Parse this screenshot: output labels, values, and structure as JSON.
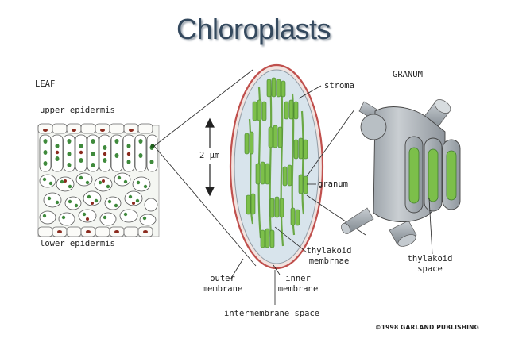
{
  "title": "Chloroplasts",
  "leaf": {
    "heading": "LEAF",
    "upper": "upper epidermis",
    "lower": "lower epidermis"
  },
  "scale": "2 µm",
  "chloroplast": {
    "stroma": "stroma",
    "granum": "granum",
    "thylakoid_line1": "thylakoid",
    "thylakoid_line2": "membrnae",
    "outer_line1": "outer",
    "outer_line2": "membrane",
    "inner_line1": "inner",
    "inner_line2": "membrane",
    "intermembrane": "intermembrane space"
  },
  "granum_view": {
    "heading": "GRANUM",
    "space_line1": "thylakoid",
    "space_line2": "space"
  },
  "copyright": "©1998 GARLAND PUBLISHING",
  "colors": {
    "title": "#34495e",
    "chlorophyll": "#5fa63a",
    "membrane_outer": "#c0504d",
    "stroma_fill": "#d8e4ec",
    "granum_gray": "#a9b0b6"
  }
}
